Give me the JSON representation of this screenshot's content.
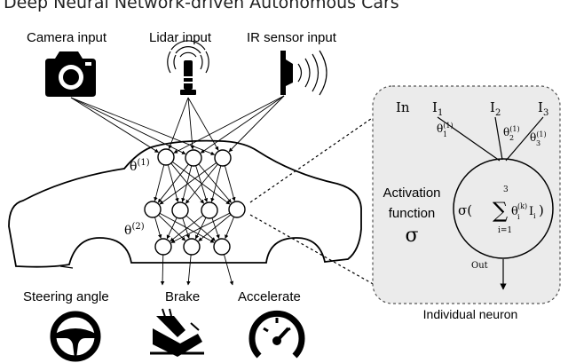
{
  "title": "Deep Neural Network-driven Autonomous Cars",
  "inputs": {
    "camera": "Camera input",
    "lidar": "Lidar input",
    "ir": "IR sensor input"
  },
  "outputs": {
    "steering": "Steering angle",
    "brake": "Brake",
    "accelerate": "Accelerate"
  },
  "network": {
    "theta1": "θ",
    "theta1_sup": "(1)",
    "theta2": "θ",
    "theta2_sup": "(2)"
  },
  "neuron": {
    "in_label": "In",
    "i": "I",
    "i1_sub": "1",
    "i2_sub": "2",
    "i3_sub": "3",
    "theta": "θ",
    "w_sup": "(1)",
    "w1_sub": "1",
    "w2_sub": "2",
    "w3_sub": "3",
    "activation_line1": "Activation",
    "activation_line2": "function",
    "sigma": "σ",
    "formula_sigma": "σ(",
    "sum_symbol": "∑",
    "sum_upper": "3",
    "sum_lower": "i=1",
    "formula_theta": "θ",
    "formula_theta_sup": "(k)",
    "formula_theta_sub": "i",
    "formula_i": "I",
    "formula_i_sub": "i",
    "formula_close": ")",
    "out_label": "Out",
    "caption": "Individual neuron"
  },
  "icons": {
    "camera": "camera-icon",
    "lidar": "lidar-icon",
    "ir": "ir-sensor-icon",
    "steering": "steering-wheel-icon",
    "brake": "brake-pedal-icon",
    "accelerate": "speedometer-icon"
  },
  "colors": {
    "panel_fill": "#ebebeb",
    "stroke": "#000000"
  }
}
